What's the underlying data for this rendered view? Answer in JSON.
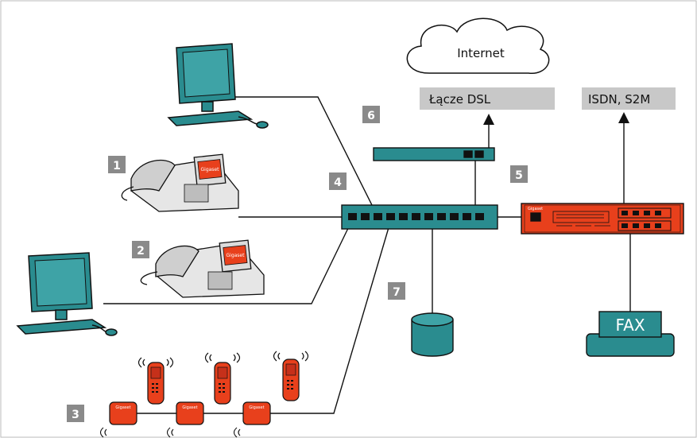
{
  "diagram": {
    "cloud_label": "Internet",
    "dsl_label": "Łącze DSL",
    "isdn_label": "ISDN, S2M",
    "fax_label": "FAX",
    "device_brand": "Gigaset",
    "markers": [
      "1",
      "2",
      "3",
      "4",
      "5",
      "6",
      "7"
    ],
    "colors": {
      "teal": "#2a8c8f",
      "teal_light": "#3ea3a6",
      "red": "#e8401c",
      "gray_box": "#c8c8c8",
      "marker": "#8a8a8a"
    }
  }
}
